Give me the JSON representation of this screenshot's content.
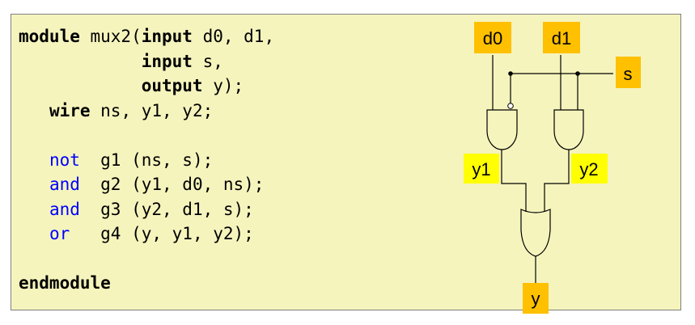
{
  "code": {
    "lines": [
      [
        {
          "t": "module",
          "c": "kw"
        },
        {
          "t": " mux2(",
          "c": ""
        },
        {
          "t": "input",
          "c": "kw"
        },
        {
          "t": " d0, d1,",
          "c": ""
        }
      ],
      [
        {
          "t": "            ",
          "c": ""
        },
        {
          "t": "input",
          "c": "kw"
        },
        {
          "t": " s,",
          "c": ""
        }
      ],
      [
        {
          "t": "            ",
          "c": ""
        },
        {
          "t": "output",
          "c": "kw"
        },
        {
          "t": " y);",
          "c": ""
        }
      ],
      [
        {
          "t": "   ",
          "c": ""
        },
        {
          "t": "wire",
          "c": "kw"
        },
        {
          "t": " ns, y1, y2;",
          "c": ""
        }
      ],
      [],
      [
        {
          "t": "   ",
          "c": ""
        },
        {
          "t": "not",
          "c": "prim"
        },
        {
          "t": "  g1 (ns, s);",
          "c": ""
        }
      ],
      [
        {
          "t": "   ",
          "c": ""
        },
        {
          "t": "and",
          "c": "prim"
        },
        {
          "t": "  g2 (y1, d0, ns);",
          "c": ""
        }
      ],
      [
        {
          "t": "   ",
          "c": ""
        },
        {
          "t": "and",
          "c": "prim"
        },
        {
          "t": "  g3 (y2, d1, s);",
          "c": ""
        }
      ],
      [
        {
          "t": "   ",
          "c": ""
        },
        {
          "t": "or",
          "c": "prim"
        },
        {
          "t": "   g4 (y, y1, y2);",
          "c": ""
        }
      ],
      [],
      [
        {
          "t": "endmodule",
          "c": "kw"
        }
      ]
    ]
  },
  "circuit": {
    "inputs": {
      "d0": "d0",
      "d1": "d1",
      "s": "s"
    },
    "wires": {
      "y1": "y1",
      "y2": "y2"
    },
    "output": {
      "y": "y"
    },
    "gates": [
      "and-with-inverted-input",
      "and",
      "or"
    ]
  },
  "colors": {
    "panel_bg": "#F5F4BD",
    "io_label": "#FFC000",
    "wire_label": "#FFFF00",
    "keyword_blue": "#0000FF"
  }
}
